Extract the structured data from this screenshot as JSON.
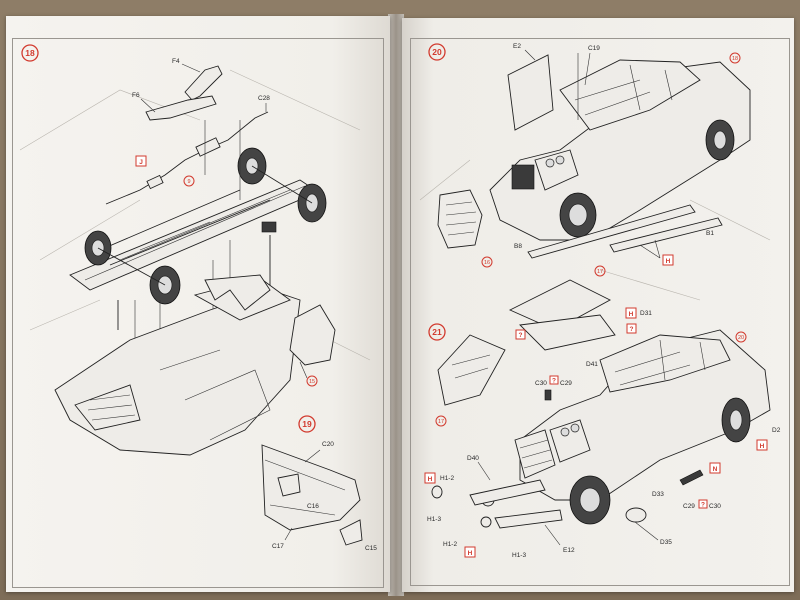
{
  "steps": [
    {
      "number": "18",
      "parts": [
        "F4",
        "F6",
        "C28",
        "9"
      ],
      "markers": [
        "J"
      ],
      "refs": [
        "9",
        "15"
      ]
    },
    {
      "number": "19",
      "parts": [
        "C20",
        "C16",
        "C17",
        "C15"
      ]
    },
    {
      "number": "20",
      "parts": [
        "E2",
        "C19",
        "B8",
        "B1"
      ],
      "markers": [
        "H"
      ],
      "refs": [
        "18",
        "16"
      ]
    },
    {
      "number": "21",
      "parts": [
        "D31",
        "D41",
        "C30",
        "C29",
        "D2",
        "D40",
        "H1-2",
        "H1-3",
        "D33",
        "D35",
        "E12",
        "C29",
        "C30",
        "H1-2",
        "H1-3"
      ],
      "markers": [
        "H",
        "N",
        "?"
      ],
      "refs": [
        "17",
        "17",
        "20"
      ]
    }
  ],
  "labels": {
    "f4": "F4",
    "f6": "F6",
    "c28": "C28",
    "j": "J",
    "nine": "9",
    "fifteen": "15",
    "c20": "C20",
    "c16": "C16",
    "c17": "C17",
    "c15": "C15",
    "e2": "E2",
    "c19": "C19",
    "eighteen": "18",
    "sixteen": "16",
    "b8": "B8",
    "b1": "B1",
    "h20": "H",
    "seventeen_top": "17",
    "seventeen_left": "17",
    "twenty": "20",
    "d31": "D31",
    "d41": "D41",
    "c30a": "C30",
    "c29a": "C29",
    "d2": "D2",
    "h21a": "H",
    "h21b": "H",
    "d40": "D40",
    "h12a": "H1-2",
    "h13a": "H1-3",
    "h12b": "H1-2",
    "h13b": "H1-3",
    "d33": "D33",
    "d35": "D35",
    "e12": "E12",
    "c29b": "C29",
    "c30b": "C30",
    "n": "N",
    "q1": "?",
    "q2": "?",
    "q3": "?",
    "q4": "?",
    "hbox1": "H",
    "hbox2": "H"
  },
  "colors": {
    "accent": "#d23a2e",
    "paper": "#f4f2ee",
    "table": "#8a7a64"
  }
}
